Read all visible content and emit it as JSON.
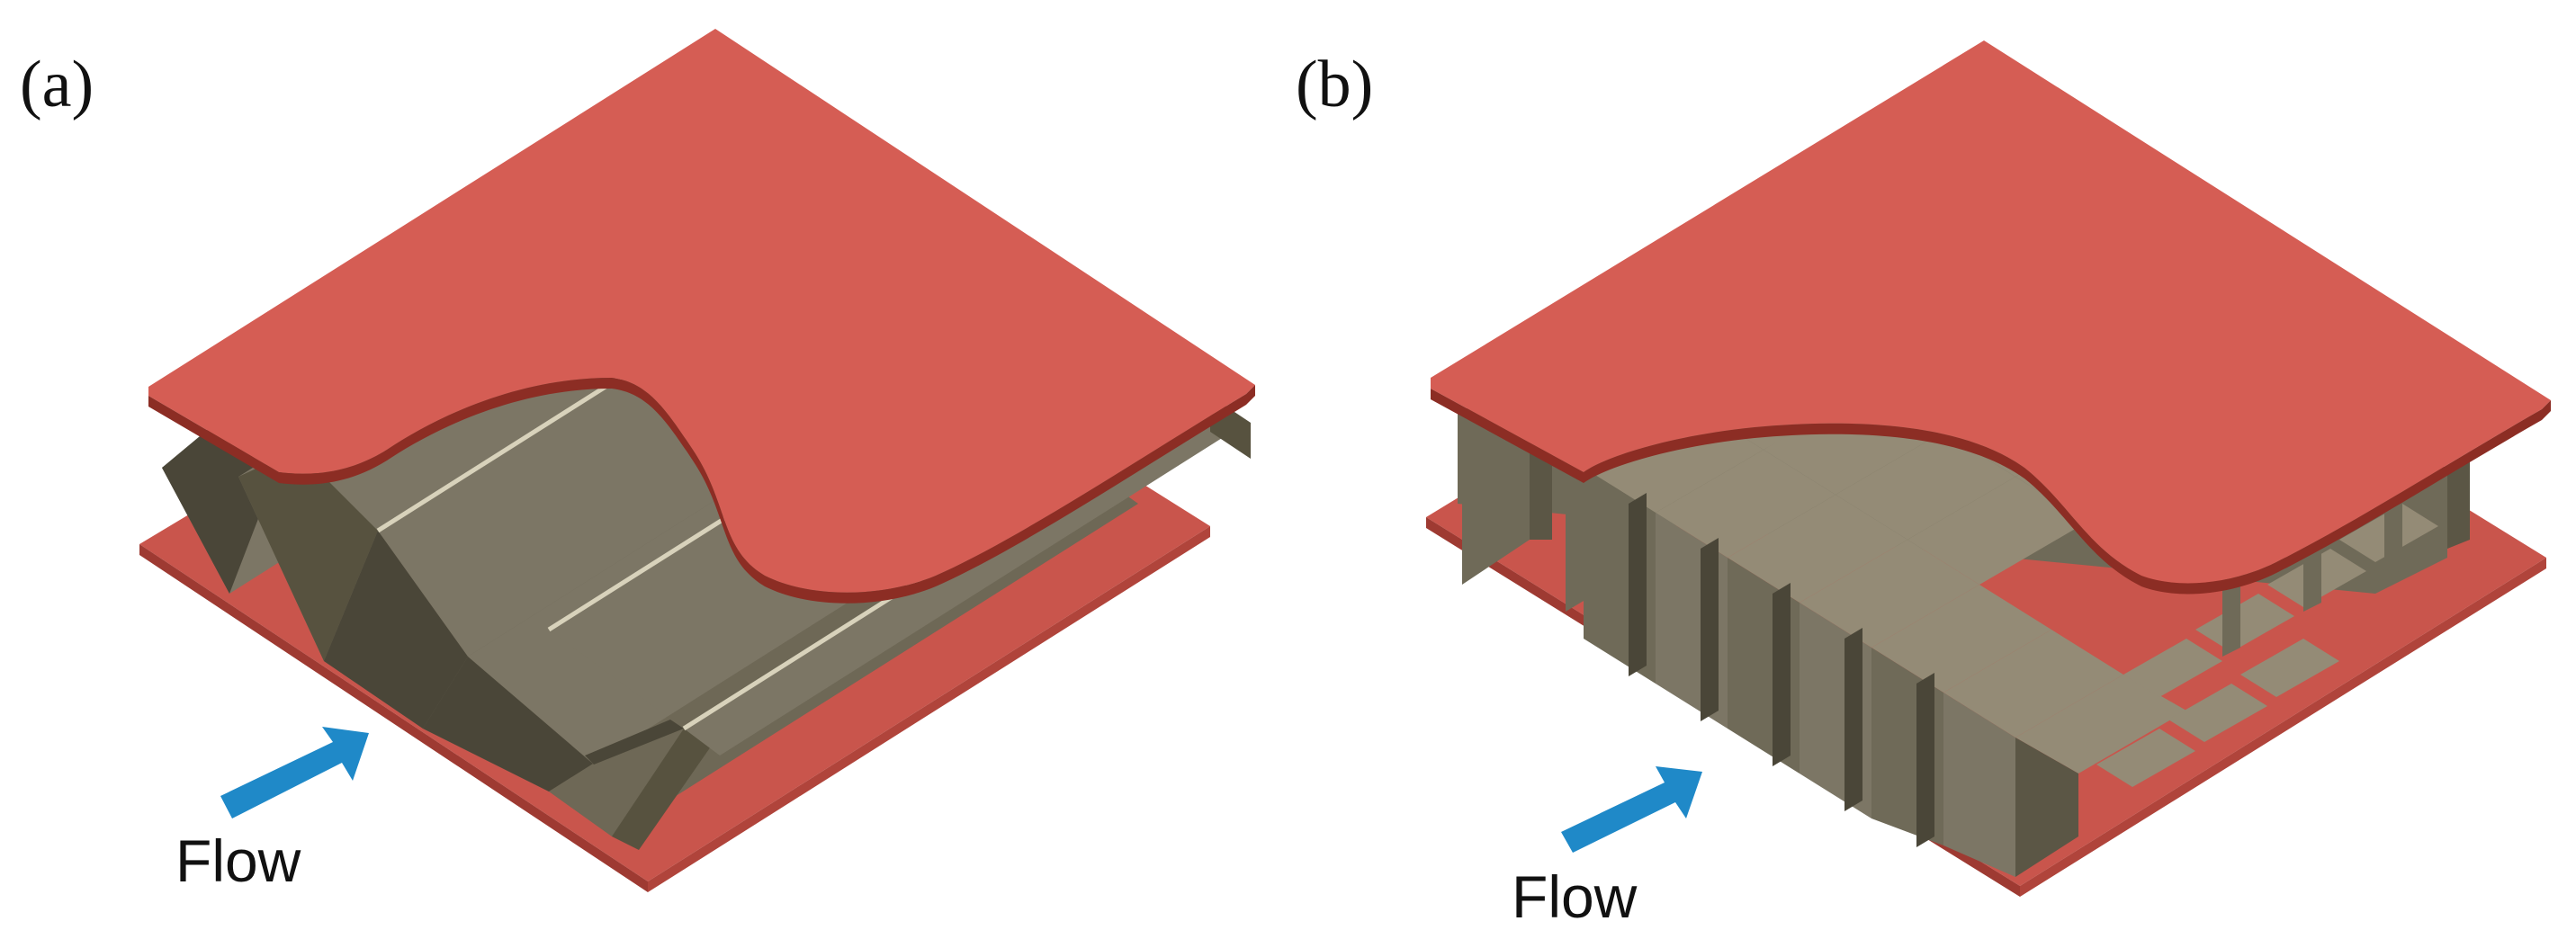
{
  "figure": {
    "panels": [
      {
        "label": "(a)",
        "flow_label": "Flow"
      },
      {
        "label": "(b)",
        "flow_label": "Flow"
      }
    ],
    "colors": {
      "plate_top": "#d55d54",
      "plate_edge": "#8c2d24",
      "plate_bottom": "#c9554c",
      "fin_light": "#7c7665",
      "fin_dark": "#57523f",
      "fin_shadow": "#4a4638",
      "fin_highlight": "#d8d2bb",
      "offset_fin_top": "#948b76",
      "offset_fin_side": "#6f6a58",
      "offset_fin_dark": "#5b5645",
      "flow_arrow": "#1f89c8"
    }
  }
}
